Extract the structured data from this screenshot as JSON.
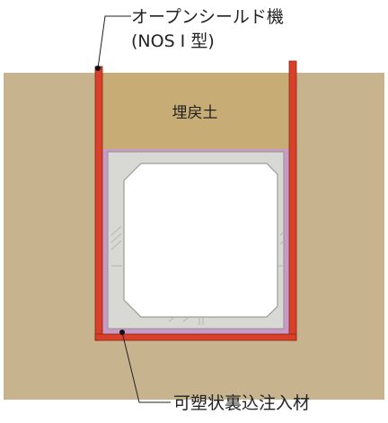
{
  "labels": {
    "machine_line1": "オープンシールド機",
    "machine_line2": "(NOS I 型)",
    "backfill": "埋戻土",
    "grout": "可塑状裏込注入材"
  },
  "colors": {
    "soil": "#c7b48f",
    "backfill": "#c8ac76",
    "shield_red": "#d9402a",
    "grout_purple": "#c99ac7",
    "concrete": "#d8d8d4",
    "concrete_edge": "#9a9a96",
    "interior": "#ffffff",
    "leader": "#222222",
    "marker": "#111111"
  }
}
